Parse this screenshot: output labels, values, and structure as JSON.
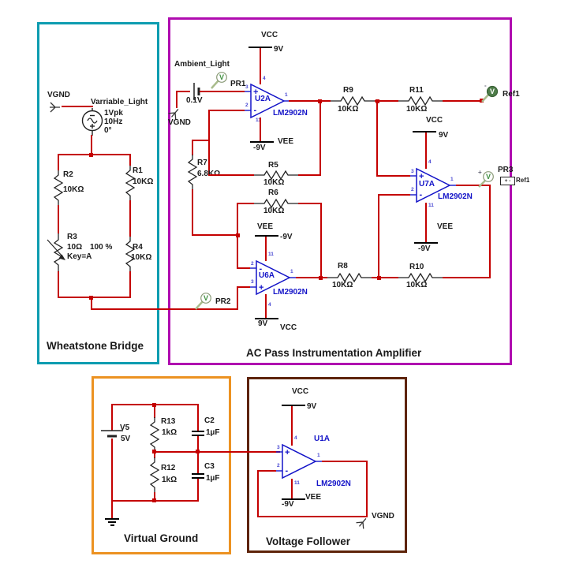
{
  "sections": {
    "wheatstone": {
      "title": "Wheatstone Bridge",
      "border": "#0d9cb0"
    },
    "amplifier": {
      "title": "AC Pass Instrumentation Amplifier",
      "border": "#b00cb0"
    },
    "virtual_ground": {
      "title": "Virtual Ground",
      "border": "#ec9221"
    },
    "voltage_follower": {
      "title": "Voltage Follower",
      "border": "#5e2409"
    }
  },
  "power": {
    "vcc": "VCC",
    "vee": "VEE",
    "p9": "9V",
    "n9": "-9V"
  },
  "nets": {
    "vgnd": "VGND"
  },
  "symbols": {
    "plus": "+",
    "minus": "-",
    "v": "V",
    "pm": "+ -"
  },
  "wheatstone": {
    "source": {
      "label": "Varriable_Light",
      "amplitude": "1Vpk",
      "freq": "10Hz",
      "phase": "0°"
    },
    "r1": {
      "name": "R1",
      "value": "10KΩ"
    },
    "r2": {
      "name": "R2",
      "value": "10KΩ"
    },
    "r3": {
      "name": "R3",
      "value": "10Ω",
      "percent": "100 %",
      "key": "Key=A"
    },
    "r4": {
      "name": "R4",
      "value": "10KΩ"
    }
  },
  "amplifier": {
    "ambient": {
      "label": "Ambient_Light",
      "value": "0.1V"
    },
    "r5": {
      "name": "R5",
      "value": "10KΩ"
    },
    "r6": {
      "name": "R6",
      "value": "10KΩ"
    },
    "r7": {
      "name": "R7",
      "value": "6.8KΩ"
    },
    "r8": {
      "name": "R8",
      "value": "10KΩ"
    },
    "r9": {
      "name": "R9",
      "value": "10KΩ"
    },
    "r10": {
      "name": "R10",
      "value": "10KΩ"
    },
    "r11": {
      "name": "R11",
      "value": "10KΩ"
    },
    "u2a": {
      "name": "U2A",
      "part": "LM2902N",
      "pin_inp": "3",
      "pin_inn": "2",
      "pin_out": "1",
      "pin_vcc": "4",
      "pin_vee": "11"
    },
    "u6a": {
      "name": "U6A",
      "part": "LM2902N",
      "pin_inp": "3",
      "pin_inn": "2",
      "pin_out": "1",
      "pin_vcc": "4",
      "pin_vee": "11"
    },
    "u7a": {
      "name": "U7A",
      "part": "LM2902N",
      "pin_inp": "3",
      "pin_inn": "2",
      "pin_out": "1",
      "pin_vcc": "4",
      "pin_vee": "11"
    },
    "probes": {
      "pr1": "PR1",
      "pr2": "PR2",
      "pr3": "PR3",
      "pr3_ref": "Ref1",
      "ref1": "Ref1"
    }
  },
  "virtual_ground": {
    "v5": {
      "name": "V5",
      "value": "5V"
    },
    "r12": {
      "name": "R12",
      "value": "1kΩ"
    },
    "r13": {
      "name": "R13",
      "value": "1kΩ"
    },
    "c2": {
      "name": "C2",
      "value": "1µF"
    },
    "c3": {
      "name": "C3",
      "value": "1µF"
    }
  },
  "voltage_follower": {
    "u1a": {
      "name": "U1A",
      "part": "LM2902N",
      "pin_inp": "3",
      "pin_inn": "2",
      "pin_out": "1",
      "pin_vcc": "4",
      "pin_vee": "11"
    }
  }
}
